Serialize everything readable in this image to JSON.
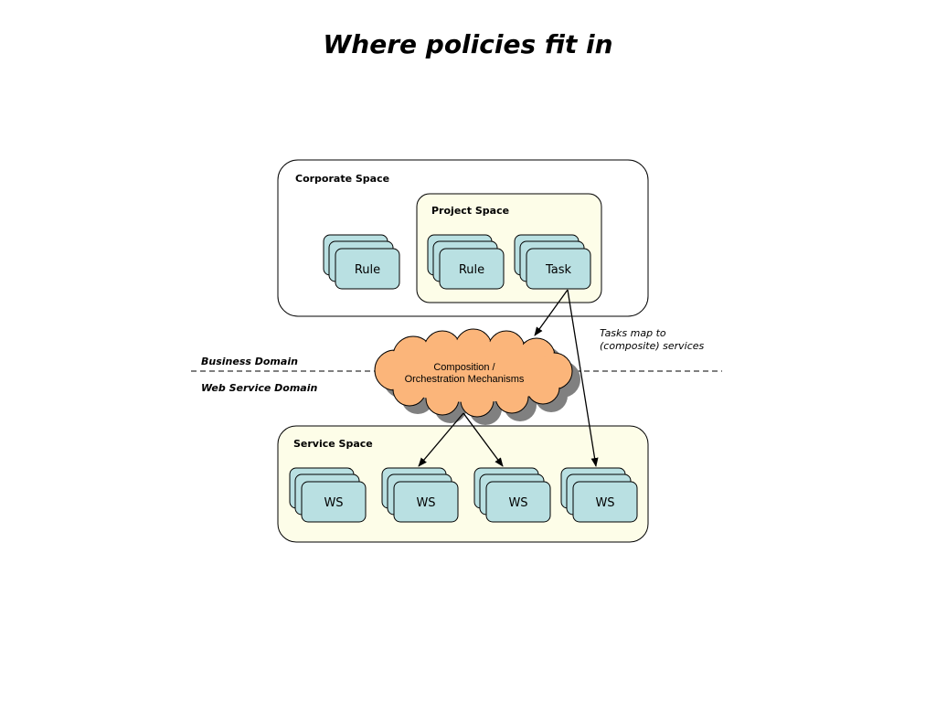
{
  "title": "Where policies fit in",
  "corporate_space": {
    "label": "Corporate Space",
    "rule_label": "Rule"
  },
  "project_space": {
    "label": "Project Space",
    "rule_label": "Rule",
    "task_label": "Task"
  },
  "composition": {
    "line1": "Composition /",
    "line2": "Orchestration Mechanisms"
  },
  "annotation": {
    "line1": "Tasks map to",
    "line2": "(composite) services"
  },
  "domains": {
    "business": "Business Domain",
    "web_service": "Web Service Domain"
  },
  "service_space": {
    "label": "Service Space",
    "ws_labels": [
      "WS",
      "WS",
      "WS",
      "WS"
    ]
  },
  "colors": {
    "card_fill": "#b9e0e2",
    "space_fill": "#fdfde8",
    "cloud_fill": "#fbb57a",
    "cloud_shadow": "#808080"
  }
}
